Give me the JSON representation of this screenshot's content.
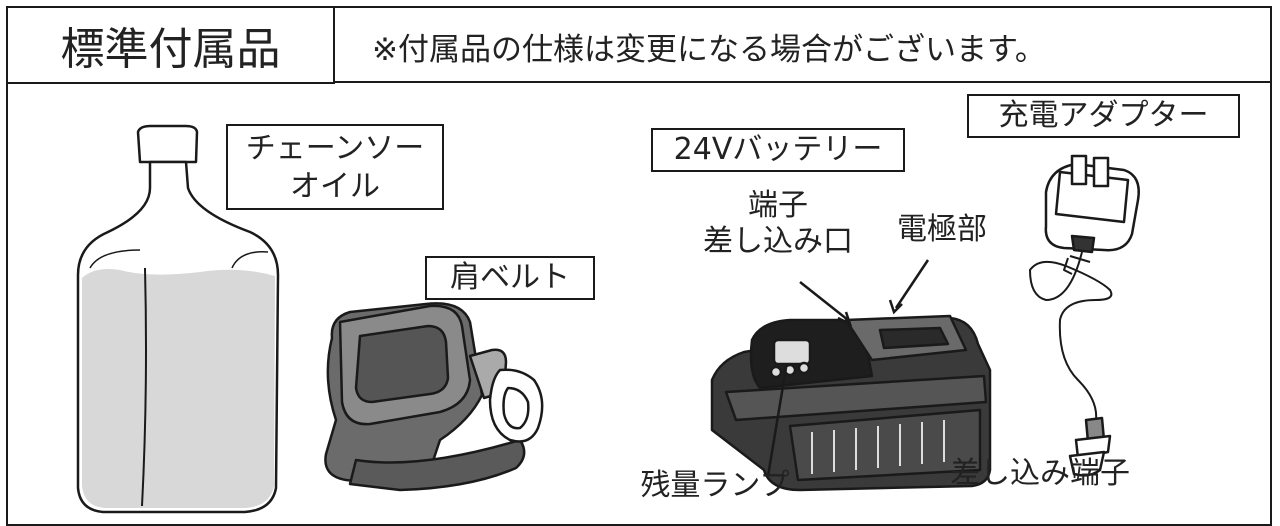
{
  "title": "標準付属品",
  "note": "※付属品の仕様は変更になる場合がございます。",
  "items": {
    "oil": {
      "line1": "チェーンソー",
      "line2": "オイル"
    },
    "belt": "肩ベルト",
    "battery": "24Vバッテリー",
    "adapter": "充電アダプター"
  },
  "callouts": {
    "terminal_line1": "端子",
    "terminal_line2": "差し込み口",
    "electrode": "電極部",
    "indicator": "残量ランプ",
    "plug": "差し込み端子"
  }
}
